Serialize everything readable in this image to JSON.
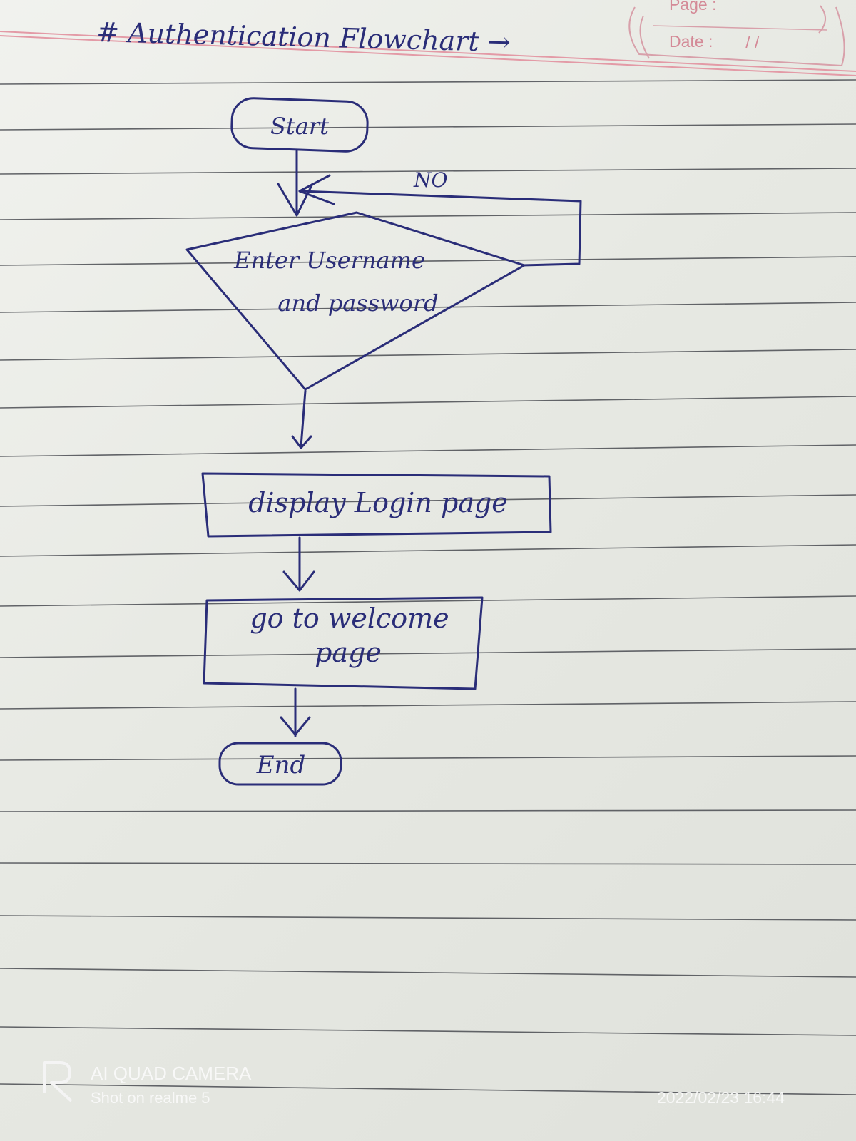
{
  "notebook": {
    "page_label": "Page :",
    "date_label": "Date :",
    "date_value": "/ /"
  },
  "heading": "# Authentication Flowchart →",
  "flowchart": {
    "start": "Start",
    "decision_line1": "Enter Username",
    "decision_line2": "and password",
    "no_label": "NO",
    "process1": "display Login page",
    "process2_line1": "go to welcome",
    "process2_line2": "page",
    "end": "End"
  },
  "watermark": {
    "camera": "AI QUAD CAMERA",
    "shot_on": "Shot on realme 5",
    "timestamp": "2022/02/23 16:44"
  },
  "colors": {
    "ink": "#2a2d78",
    "ruled_line": "#4a4c52",
    "margin_pink": "#e39aa6"
  }
}
